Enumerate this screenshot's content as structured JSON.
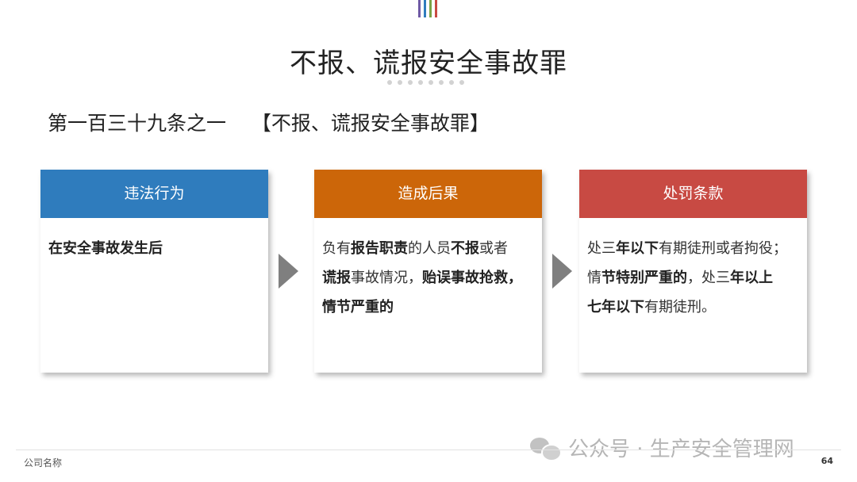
{
  "title": "不报、谎报安全事故罪",
  "article": {
    "number": "第一百三十九条之一",
    "name": "【不报、谎报安全事故罪】"
  },
  "colors": {
    "blue": "#2f7cbd",
    "orange": "#cc6609",
    "red": "#c84a43",
    "arrow": "#7f7f7f",
    "top_bars": [
      "#6f5aa5",
      "#2f7cbd",
      "#7aa347",
      "#c84a43"
    ]
  },
  "cards": [
    {
      "header": "违法行为",
      "body_lines": [
        [
          {
            "text": "在安全事故发生后",
            "bold": true
          }
        ]
      ]
    },
    {
      "header": "造成后果",
      "body_lines": [
        [
          {
            "text": "负有",
            "bold": false
          },
          {
            "text": "报告职责",
            "bold": true
          },
          {
            "text": "的人员",
            "bold": false
          },
          {
            "text": "不报",
            "bold": true
          },
          {
            "text": "或者",
            "bold": false
          }
        ],
        [
          {
            "text": "谎报",
            "bold": true
          },
          {
            "text": "事故情况，",
            "bold": false
          },
          {
            "text": "贻误事故抢救，",
            "bold": true
          }
        ],
        [
          {
            "text": "情节严重的",
            "bold": true
          }
        ]
      ]
    },
    {
      "header": "处罚条款",
      "body_lines": [
        [
          {
            "text": "处三",
            "bold": false
          },
          {
            "text": "年以下",
            "bold": true
          },
          {
            "text": "有期徒刑或者拘役；",
            "bold": false
          }
        ],
        [
          {
            "text": "情",
            "bold": false
          },
          {
            "text": "节特别严重的",
            "bold": true
          },
          {
            "text": "，处三",
            "bold": false
          },
          {
            "text": "年以上",
            "bold": true
          }
        ],
        [
          {
            "text": "七年以下",
            "bold": true
          },
          {
            "text": "有期徒刑。",
            "bold": false
          }
        ]
      ]
    }
  ],
  "watermark": {
    "icon": "wechat-icon",
    "text": "公众号 · 生产安全管理网"
  },
  "footer": {
    "company": "公司名称",
    "page": "64"
  }
}
